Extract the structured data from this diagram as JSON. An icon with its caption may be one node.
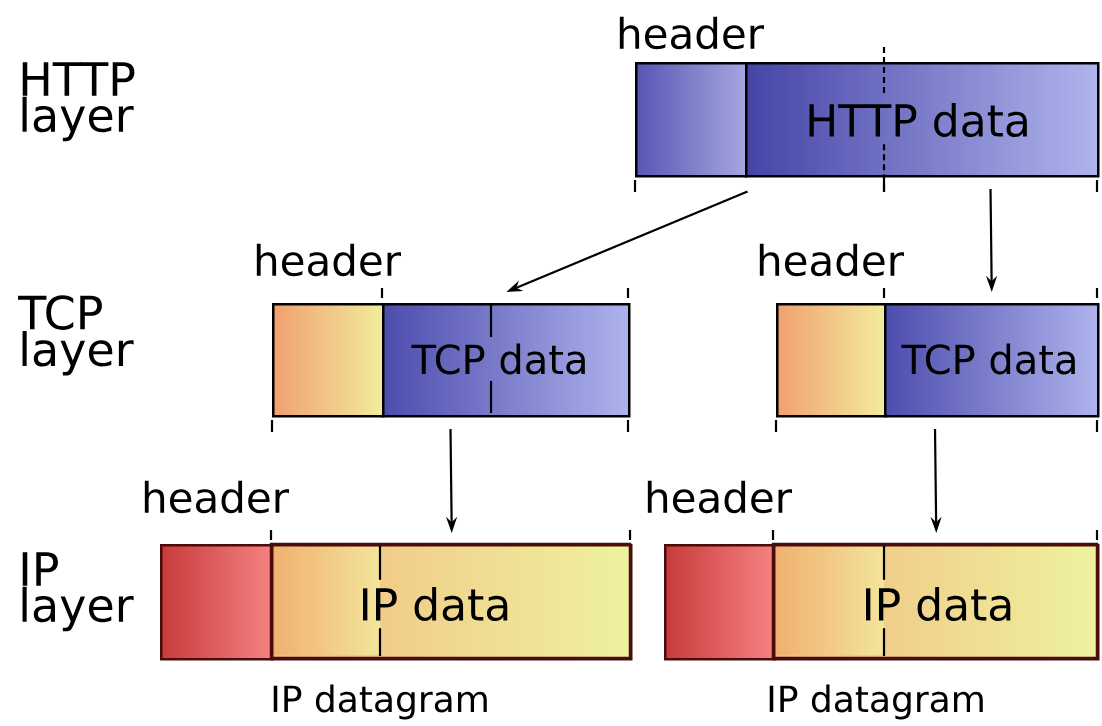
{
  "diagram": {
    "nodes": [
      {
        "text": [
          "header"
        ]
      },
      {
        "text": [
          "HTTP data"
        ]
      },
      {
        "text": [
          "header"
        ]
      },
      {
        "text": [
          "TCP data"
        ]
      },
      {
        "text": [
          "header"
        ]
      },
      {
        "text": [
          "TCP data"
        ]
      },
      {
        "text": [
          "header"
        ]
      },
      {
        "text": [
          "IP data"
        ],
        "beside": [
          "IP datagram"
        ]
      },
      {
        "text": [
          "header"
        ]
      },
      {
        "text": [
          "IP data"
        ],
        "beside": [
          "IP datagram"
        ]
      }
    ],
    "edges": [
      {
        "from": 0,
        "to": 3,
        "arrow": "to"
      },
      {
        "from": 1,
        "to": 5,
        "arrow": "to"
      },
      {
        "from": 3,
        "to": 7,
        "arrow": "to"
      },
      {
        "from": 5,
        "to": 9,
        "arrow": "to"
      }
    ],
    "labels": [
      "HTTP layer",
      "TCP layer",
      "IP layer"
    ]
  }
}
